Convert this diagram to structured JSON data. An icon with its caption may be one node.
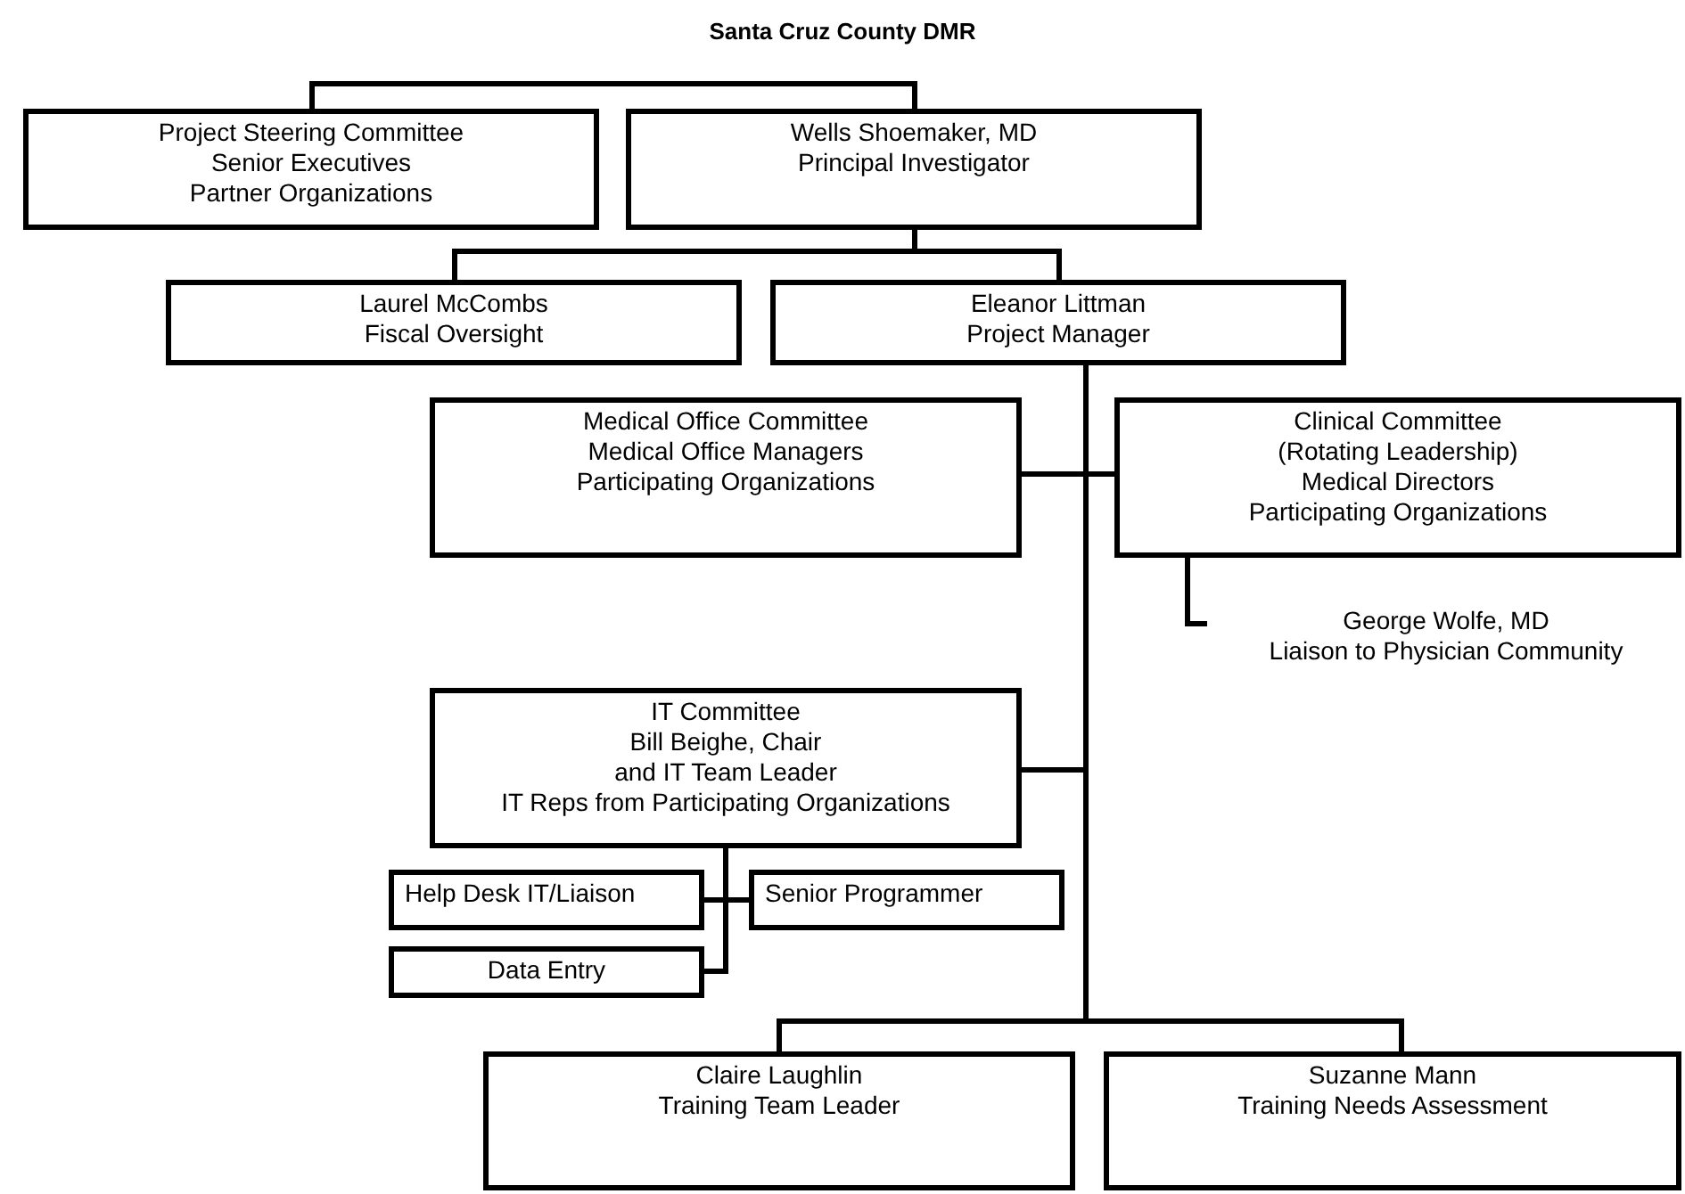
{
  "diagram": {
    "title": "Santa Cruz County DMR",
    "nodes": [
      {
        "text": [
          "Project Steering Committee",
          "Senior Executives",
          "Partner Organizations"
        ]
      },
      {
        "text": [
          "Wells Shoemaker, MD",
          "Principal Investigator"
        ]
      },
      {
        "text": [
          "Laurel McCombs",
          "Fiscal Oversight"
        ]
      },
      {
        "text": [
          "Eleanor Littman",
          "Project Manager"
        ]
      },
      {
        "text": [
          "Medical Office Committee",
          "Medical Office Managers",
          "Participating Organizations"
        ]
      },
      {
        "text": [
          "Clinical Committee",
          "(Rotating Leadership)",
          "Medical Directors",
          "Participating Organizations"
        ]
      },
      {
        "text": [
          "George Wolfe, MD",
          "Liaison to Physician Community"
        ]
      },
      {
        "text": [
          "IT Committee",
          "Bill Beighe, Chair",
          "and IT Team Leader",
          "IT Reps from Participating Organizations"
        ]
      },
      {
        "text": [
          "Help Desk IT/Liaison"
        ]
      },
      {
        "text": [
          "Senior Programmer"
        ]
      },
      {
        "text": [
          "Data Entry"
        ]
      },
      {
        "text": [
          "Claire Laughlin",
          "Training Team Leader"
        ]
      },
      {
        "text": [
          "Suzanne Mann",
          "Training Needs Assessment"
        ]
      }
    ],
    "edges": [
      {
        "from": 0,
        "to": 1,
        "arrow": "none"
      },
      {
        "from": 1,
        "to": 2,
        "arrow": "none"
      },
      {
        "from": 1,
        "to": 3,
        "arrow": "none"
      },
      {
        "from": 3,
        "to": 4,
        "arrow": "none"
      },
      {
        "from": 3,
        "to": 5,
        "arrow": "none"
      },
      {
        "from": 5,
        "to": 6,
        "arrow": "none"
      },
      {
        "from": 3,
        "to": 7,
        "arrow": "none"
      },
      {
        "from": 7,
        "to": 8,
        "arrow": "none"
      },
      {
        "from": 7,
        "to": 9,
        "arrow": "none"
      },
      {
        "from": 7,
        "to": 10,
        "arrow": "none"
      },
      {
        "from": 3,
        "to": 11,
        "arrow": "none"
      },
      {
        "from": 3,
        "to": 12,
        "arrow": "none"
      }
    ]
  }
}
